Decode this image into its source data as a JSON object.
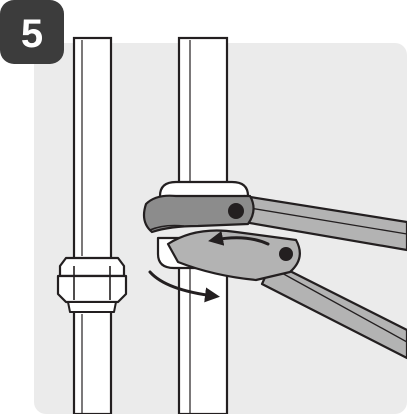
{
  "step": {
    "number": "5"
  },
  "colors": {
    "panel_background": "#ebebeb",
    "badge": "#3c3c3c",
    "badge_text": "#ffffff",
    "pipe_fill": "#ffffff",
    "wrench_fill": "#b3b3b3",
    "wrench_head_fill": "#8c8c8c",
    "outline": "#231f20",
    "pivot": "#231f20"
  },
  "icons": {
    "rotation_arrow_upper": "curved-arrow-left",
    "rotation_arrow_lower": "curved-arrow-right"
  }
}
